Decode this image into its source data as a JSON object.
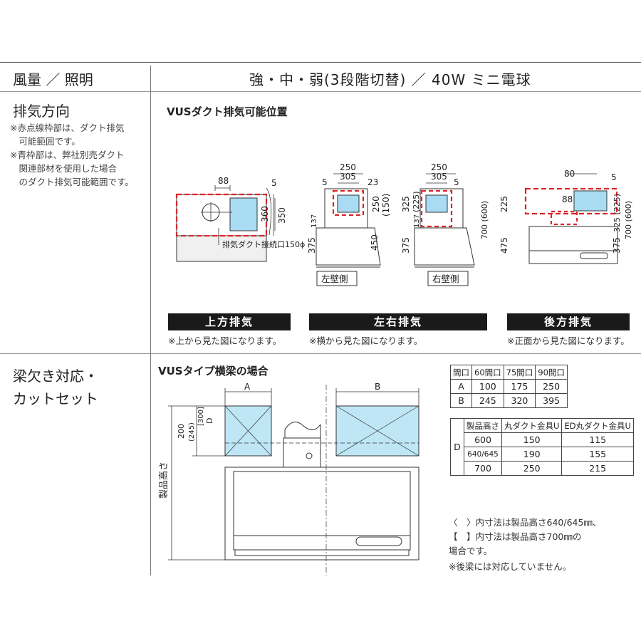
{
  "rows": {
    "airflow": {
      "label": "風量 ／ 照明",
      "value": "強・中・弱(3段階切替) ／ 40W ミニ電球"
    },
    "exhaust": {
      "label": "排気方向",
      "notes": [
        "※赤点線枠部は、ダクト排気",
        "　可能範囲です。",
        "※青枠部は、弊社別売ダクト",
        "　関連部材を使用した場合",
        "　のダクト排気可能範囲です。"
      ]
    },
    "beam": {
      "label_line1": "梁欠き対応・",
      "label_line2": "カットセット"
    }
  },
  "exhaust_diagram": {
    "title": "VUSダクト排気可能位置",
    "upward": {
      "band": "上方排気",
      "note": "※上から見た図になります。",
      "dims": [
        "88",
        "5",
        "360",
        "350"
      ],
      "duct_label": "排気ダクト接続口150ϕ"
    },
    "side": {
      "band": "左右排気",
      "note": "※横から見た図になります。",
      "left": {
        "dims": [
          "250",
          "305",
          "5",
          "23",
          "250",
          "(150)",
          "137",
          "450",
          "375"
        ],
        "caption": "左壁側"
      },
      "right": {
        "dims": [
          "250",
          "305",
          "5",
          "325",
          "(225)",
          "137",
          "375",
          "700 (600)"
        ],
        "caption": "右壁側"
      }
    },
    "rear": {
      "band": "後方排気",
      "note": "※正面から見た図になります。",
      "dims": [
        "80",
        "5",
        "88",
        "225",
        "475",
        "325 (225)",
        "375",
        "700 (600)"
      ]
    }
  },
  "beam_diagram": {
    "title": "VUSタイプ横梁の場合",
    "dim_A": "A",
    "dim_B": "B",
    "dim_D": "D",
    "vert_dims": [
      "200",
      "(245)",
      "[300]"
    ],
    "height_label": "製品高さ"
  },
  "table_ab": {
    "headers": [
      "間口",
      "60間口",
      "75間口",
      "90間口"
    ],
    "rows": [
      [
        "A",
        "100",
        "175",
        "250"
      ],
      [
        "B",
        "245",
        "320",
        "395"
      ]
    ]
  },
  "table_d": {
    "row_label": "D",
    "headers": [
      "製品高さ",
      "丸ダクト金具U",
      "ED丸ダクト金具U"
    ],
    "rows": [
      [
        "600",
        "150",
        "115"
      ],
      [
        "640/645",
        "190",
        "155"
      ],
      [
        "700",
        "250",
        "215"
      ]
    ]
  },
  "footnotes": [
    "〈　〉内寸法は製品高さ640/645㎜、",
    "【　】内寸法は製品高さ700㎜の",
    "場合です。",
    "※後梁には対応していません。"
  ],
  "colors": {
    "red_dashed": "#d9262a",
    "blue_fill": "#a9dcf2",
    "band_bg": "#1a1a1a"
  }
}
